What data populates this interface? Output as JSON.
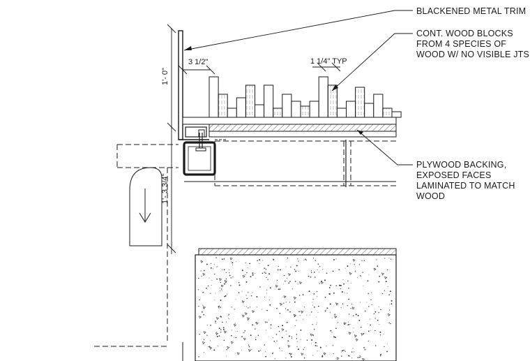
{
  "drawing": {
    "annotations": {
      "metal_trim": [
        "BLACKENED METAL TRIM"
      ],
      "wood_blocks": [
        "CONT. WOOD BLOCKS",
        "FROM 4 SPECIES OF",
        "WOOD W/ NO VISIBLE JTS"
      ],
      "plywood": [
        "PLYWOOD BACKING,",
        "EXPOSED FACES",
        "LAMINATED TO MATCH",
        "WOOD"
      ]
    },
    "dimensions": {
      "trim_height": "1'- 0\"",
      "trim_offset": "3 1/2\"",
      "block_width": "1 1/4\" TYP",
      "lower_drop": "1'- 3 3/4\""
    },
    "colors": {
      "line": "#1a1a1a",
      "paper": "#ffffff",
      "stipple": "#333333"
    }
  }
}
